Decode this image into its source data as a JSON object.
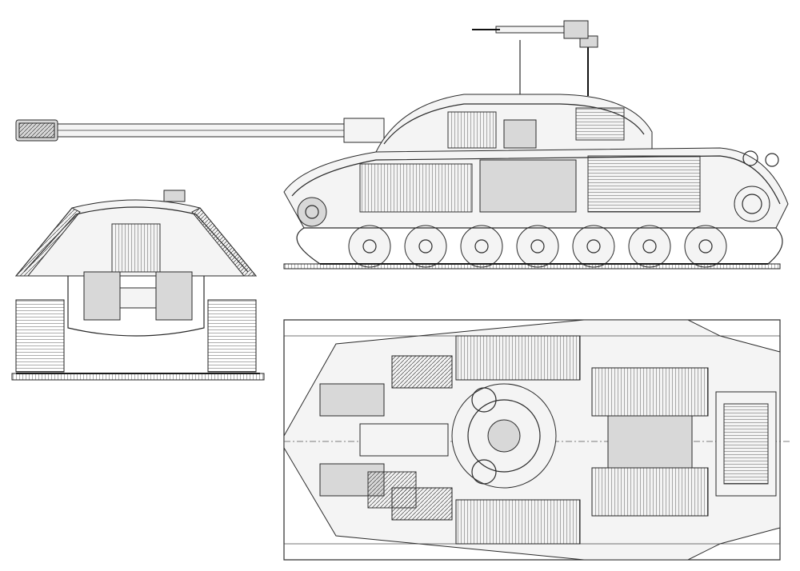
{
  "drawing": {
    "subject": "",
    "views": [
      "side-section",
      "front-section",
      "top-section"
    ]
  },
  "colors": {
    "ink": "#2a2a2a",
    "paper": "#ffffff",
    "shade": "#d8d8d8"
  }
}
